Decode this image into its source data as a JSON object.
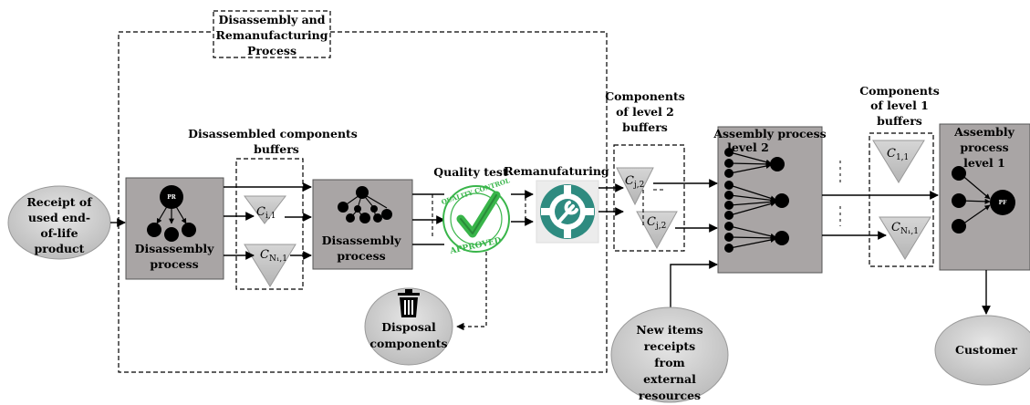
{
  "process_box": {
    "title_lines": [
      "Disassembly and",
      "Remanufacturing",
      "Process"
    ]
  },
  "receipt": {
    "lines": [
      "Receipt of",
      "used end-",
      "of-life",
      "product"
    ]
  },
  "disassembly1": {
    "lines": [
      "Disassembly",
      "process"
    ],
    "root_label": "PR"
  },
  "buffers1": {
    "title_lines": [
      "Disassembled components",
      "buffers"
    ],
    "c1": {
      "main": "C",
      "sub": "i,1"
    },
    "c2": {
      "main": "C",
      "sub": "N₁,1"
    }
  },
  "disassembly2": {
    "lines": [
      "Disassembly",
      "process"
    ]
  },
  "quality_test": {
    "label": "Quality test",
    "badge_top": "QUALITY CONTROL",
    "badge_bottom": "APPROVED"
  },
  "remanufacturing": {
    "label": "Remanufaturing"
  },
  "disposal": {
    "lines": [
      "Disposal",
      "components"
    ]
  },
  "buffers2": {
    "title_lines": [
      "Components",
      "of level 2",
      "buffers"
    ],
    "c1": {
      "main": "C",
      "sub": "j,2"
    },
    "c2": {
      "main": "C",
      "sub": "j,2"
    }
  },
  "assembly2": {
    "title_lines": [
      "Assembly process",
      "level 2"
    ]
  },
  "new_items": {
    "lines": [
      "New items",
      "receipts",
      "from",
      "external",
      "resources"
    ]
  },
  "buffers3": {
    "title_lines": [
      "Components",
      "of level 1",
      "buffers"
    ],
    "c1": {
      "main": "C",
      "sub": "1,1"
    },
    "c2": {
      "main": "C",
      "sub": "N₁,1"
    }
  },
  "assembly1": {
    "title_lines": [
      "Assembly",
      "process",
      "level 1"
    ],
    "final_label": "PF"
  },
  "customer": {
    "label": "Customer"
  },
  "colors": {
    "process_fill": "#a9a5a5",
    "ellipse_fill": "#cfcfcf",
    "triangle_fill": "#c8c8c8",
    "check_green": "#39b54a",
    "gear_teal": "#2e8b80"
  }
}
